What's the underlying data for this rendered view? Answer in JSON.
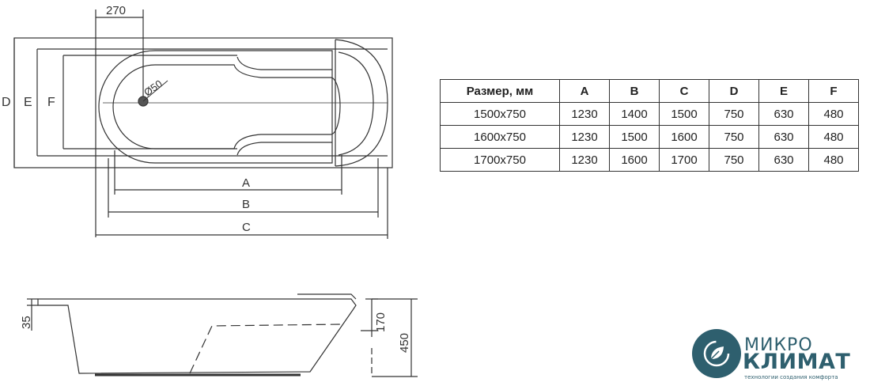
{
  "top_view": {
    "dim_270": "270",
    "dim_diameter": "Ø50",
    "labels": {
      "a": "A",
      "b": "B",
      "c": "C",
      "d": "D",
      "e": "E",
      "f": "F"
    }
  },
  "side_view": {
    "dim_35": "35",
    "dim_170": "170",
    "dim_450": "450"
  },
  "spec_table": {
    "headers": [
      "Размер, мм",
      "A",
      "B",
      "C",
      "D",
      "E",
      "F"
    ],
    "rows": [
      [
        "1500x750",
        "1230",
        "1400",
        "1500",
        "750",
        "630",
        "480"
      ],
      [
        "1600x750",
        "1230",
        "1500",
        "1600",
        "750",
        "630",
        "480"
      ],
      [
        "1700x750",
        "1230",
        "1600",
        "1700",
        "750",
        "630",
        "480"
      ]
    ]
  },
  "logo": {
    "top": "МИКРО",
    "main": "КЛИМАТ",
    "tagline": "технологии создания комфорта",
    "color": "#2e5f6e"
  }
}
